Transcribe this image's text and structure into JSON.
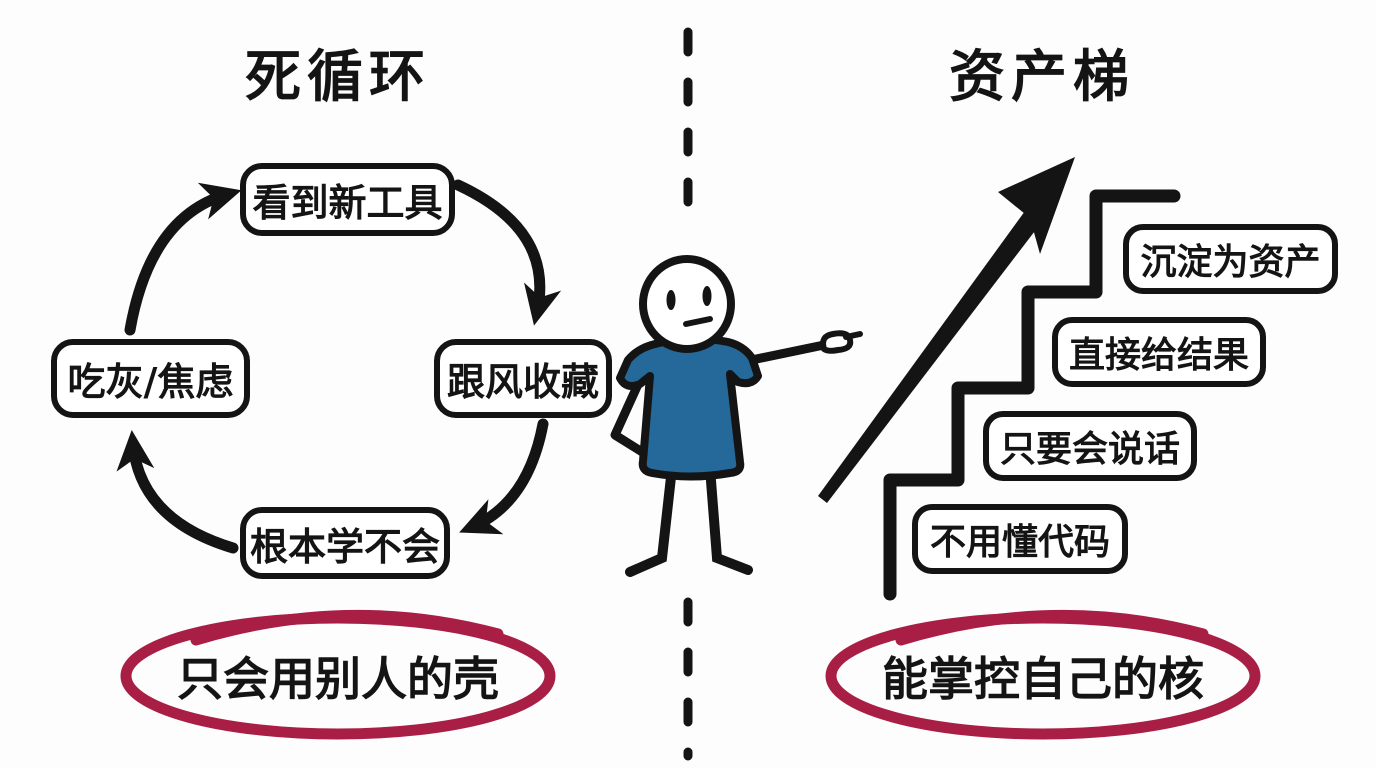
{
  "colors": {
    "ink": "#141414",
    "shirt_blue": "#25689a",
    "marker_red": "#a81e45",
    "background": "#fdfdfd"
  },
  "left_panel": {
    "title": "死循环",
    "cycle_nodes": {
      "top": "看到新工具",
      "right": "跟风收藏",
      "bottom": "根本学不会",
      "left": "吃灰/焦虑"
    },
    "conclusion": "只会用别人的壳"
  },
  "right_panel": {
    "title": "资产梯",
    "ladder_steps": [
      "不用懂代码",
      "只要会说话",
      "直接给结果",
      "沉淀为资产"
    ],
    "conclusion": "能掌控自己的核"
  }
}
